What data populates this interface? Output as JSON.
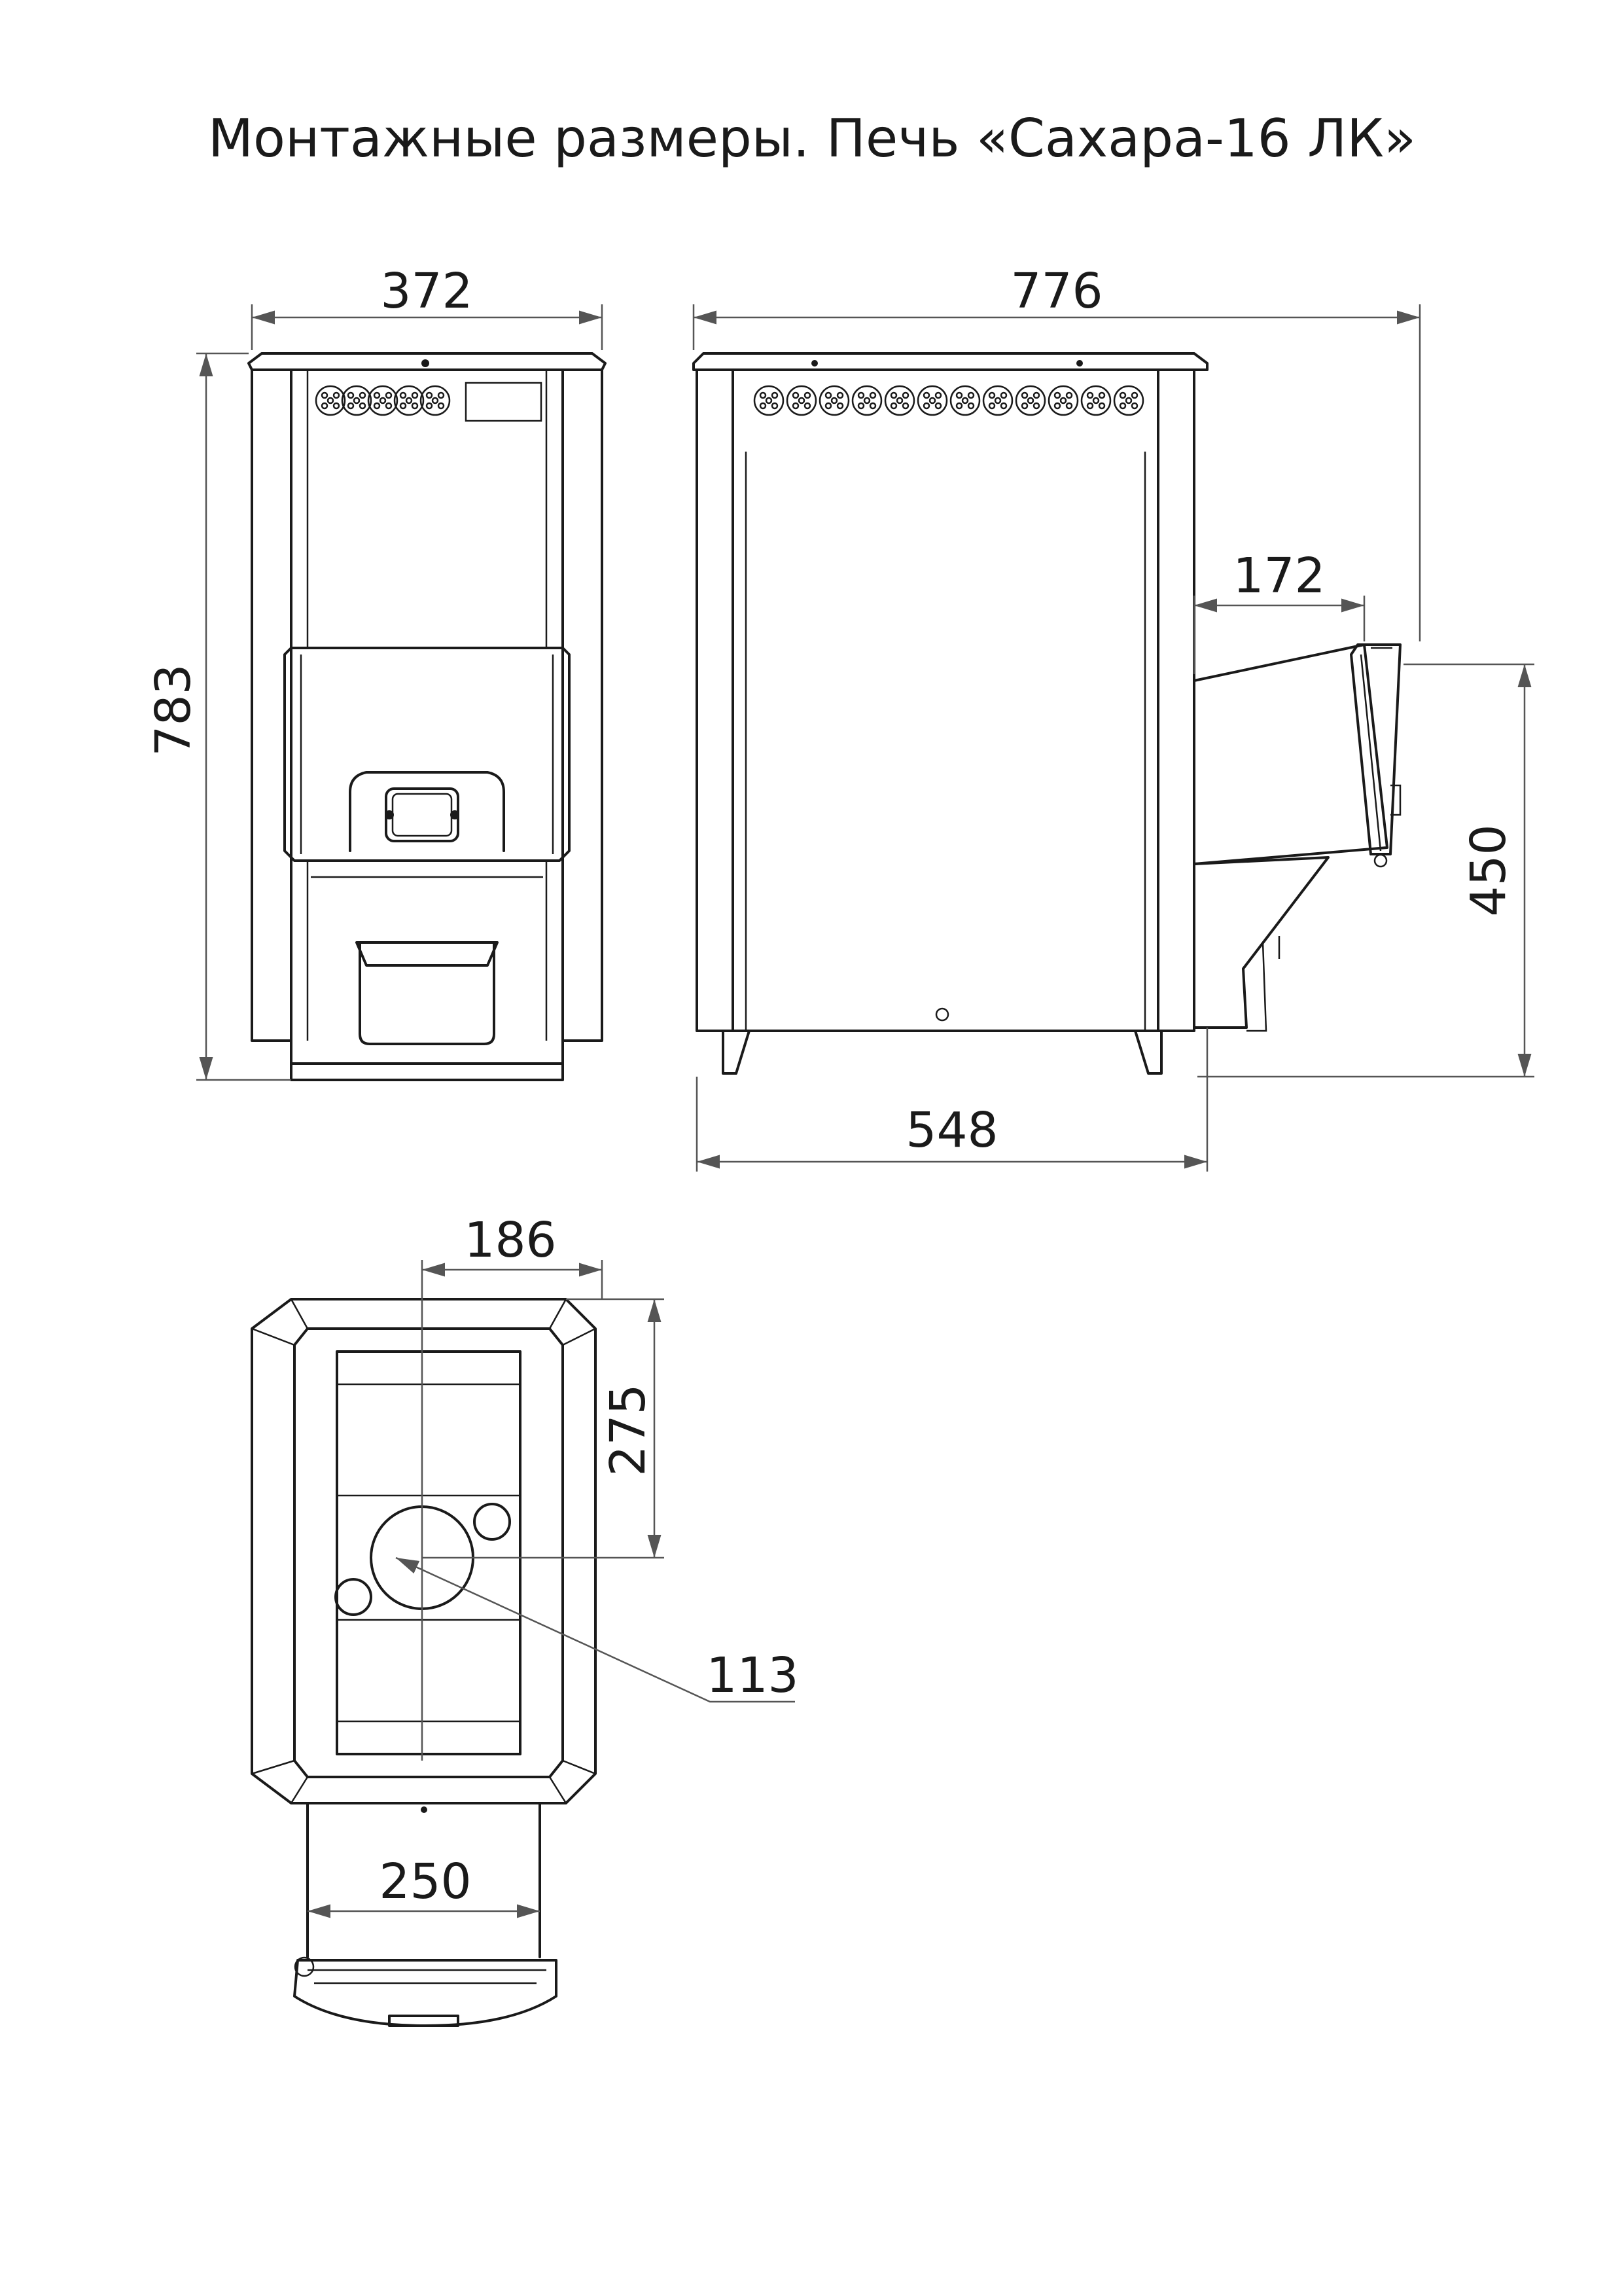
{
  "title": "Монтажные размеры. Печь «Сахара-16 ЛК»",
  "dimensions": {
    "front_width": "372",
    "front_height": "783",
    "side_length": "776",
    "chimney_offset": "172",
    "chimney_height": "450",
    "base_length": "548",
    "top_offset": "186",
    "top_depth": "275",
    "flue_diameter": "113",
    "door_width": "250"
  }
}
